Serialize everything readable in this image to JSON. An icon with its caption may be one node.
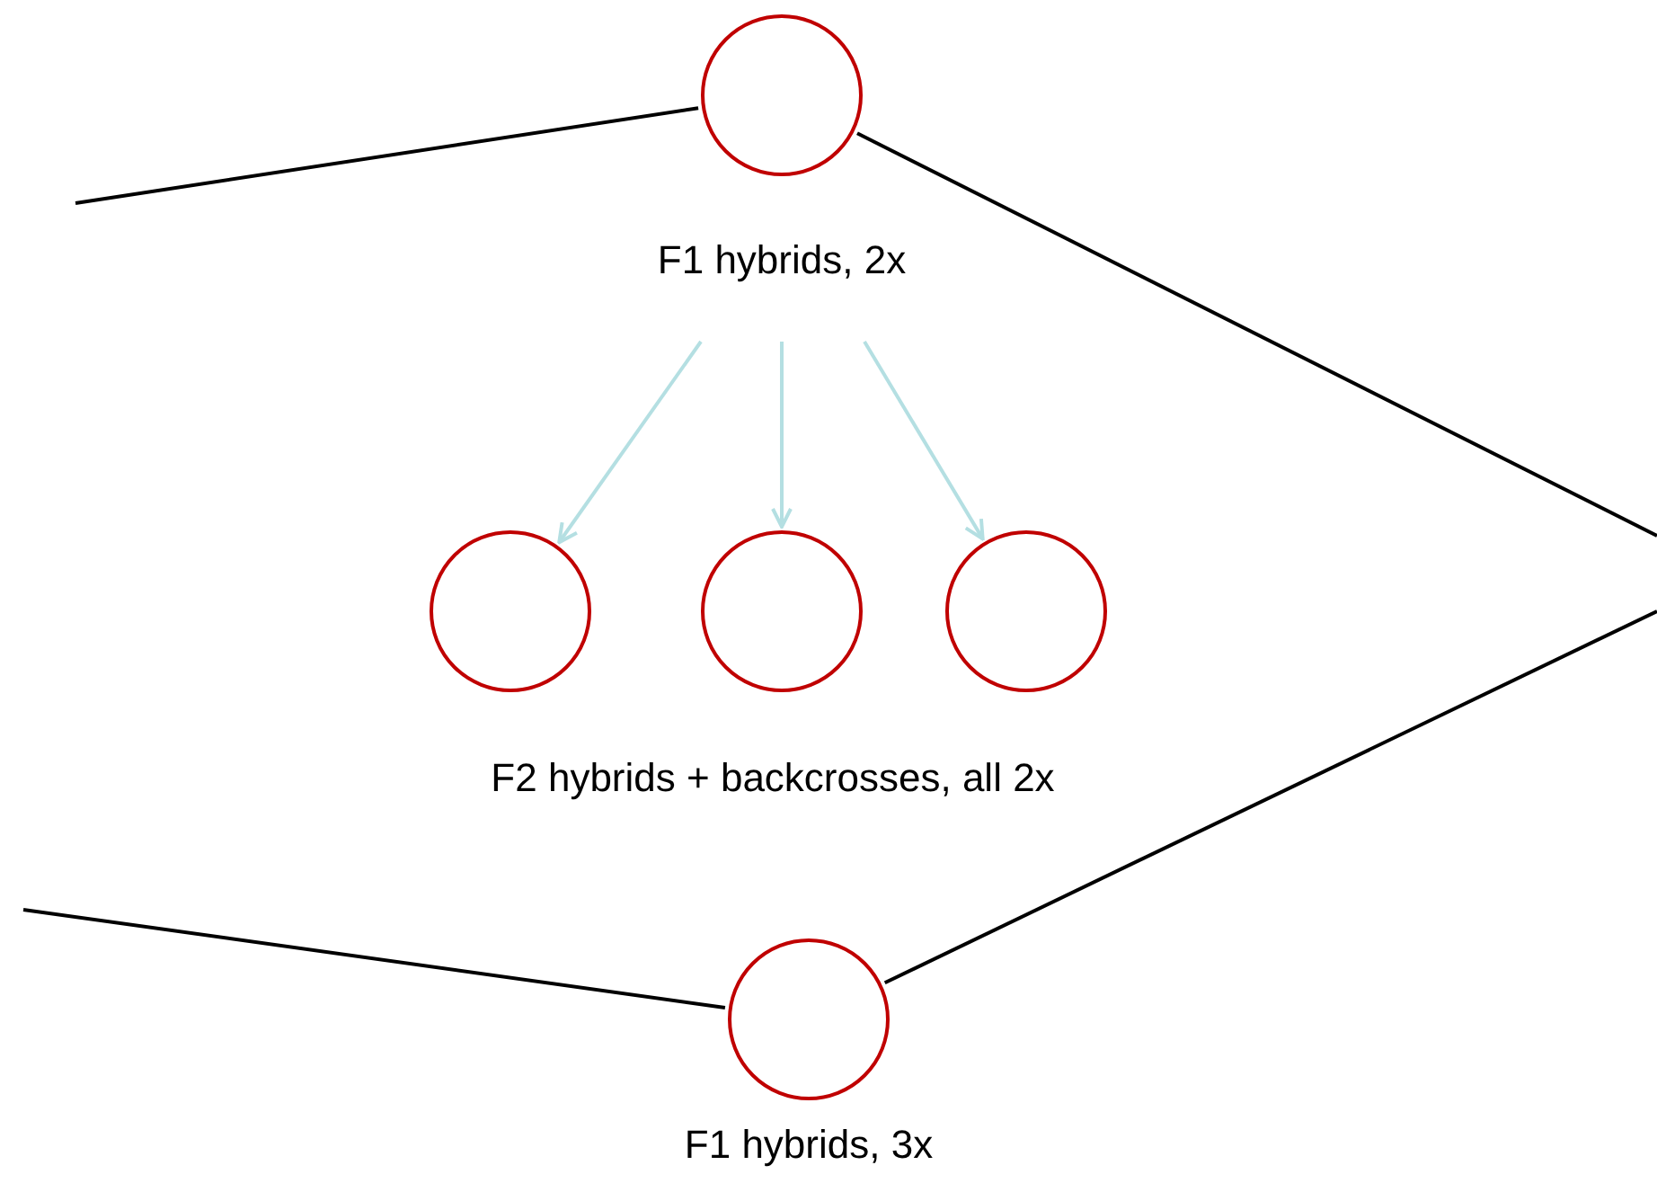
{
  "diagram": {
    "nodes": [
      {
        "text": [],
        "shape": "circle",
        "beside": [
          "F1 hybrids, 2x"
        ]
      },
      {
        "text": [],
        "shape": "circle"
      },
      {
        "text": [],
        "shape": "circle"
      },
      {
        "text": [],
        "shape": "circle"
      },
      {
        "text": [],
        "shape": "circle",
        "beside": [
          "F1 hybrids, 3x"
        ]
      }
    ],
    "edges": [
      {
        "from": null,
        "to": 0,
        "arrow": "none"
      },
      {
        "from": 0,
        "to": null,
        "arrow": "none"
      },
      {
        "from": 0,
        "to": 1,
        "arrow": "to",
        "color": "#b4dfe2"
      },
      {
        "from": 0,
        "to": 2,
        "arrow": "to",
        "color": "#b4dfe2"
      },
      {
        "from": 0,
        "to": 3,
        "arrow": "to",
        "color": "#b4dfe2"
      },
      {
        "from": null,
        "to": 4,
        "arrow": "none"
      },
      {
        "from": 4,
        "to": null,
        "arrow": "none"
      }
    ],
    "labels": [
      "F2 hybrids + backcrosses, all 2x"
    ]
  }
}
